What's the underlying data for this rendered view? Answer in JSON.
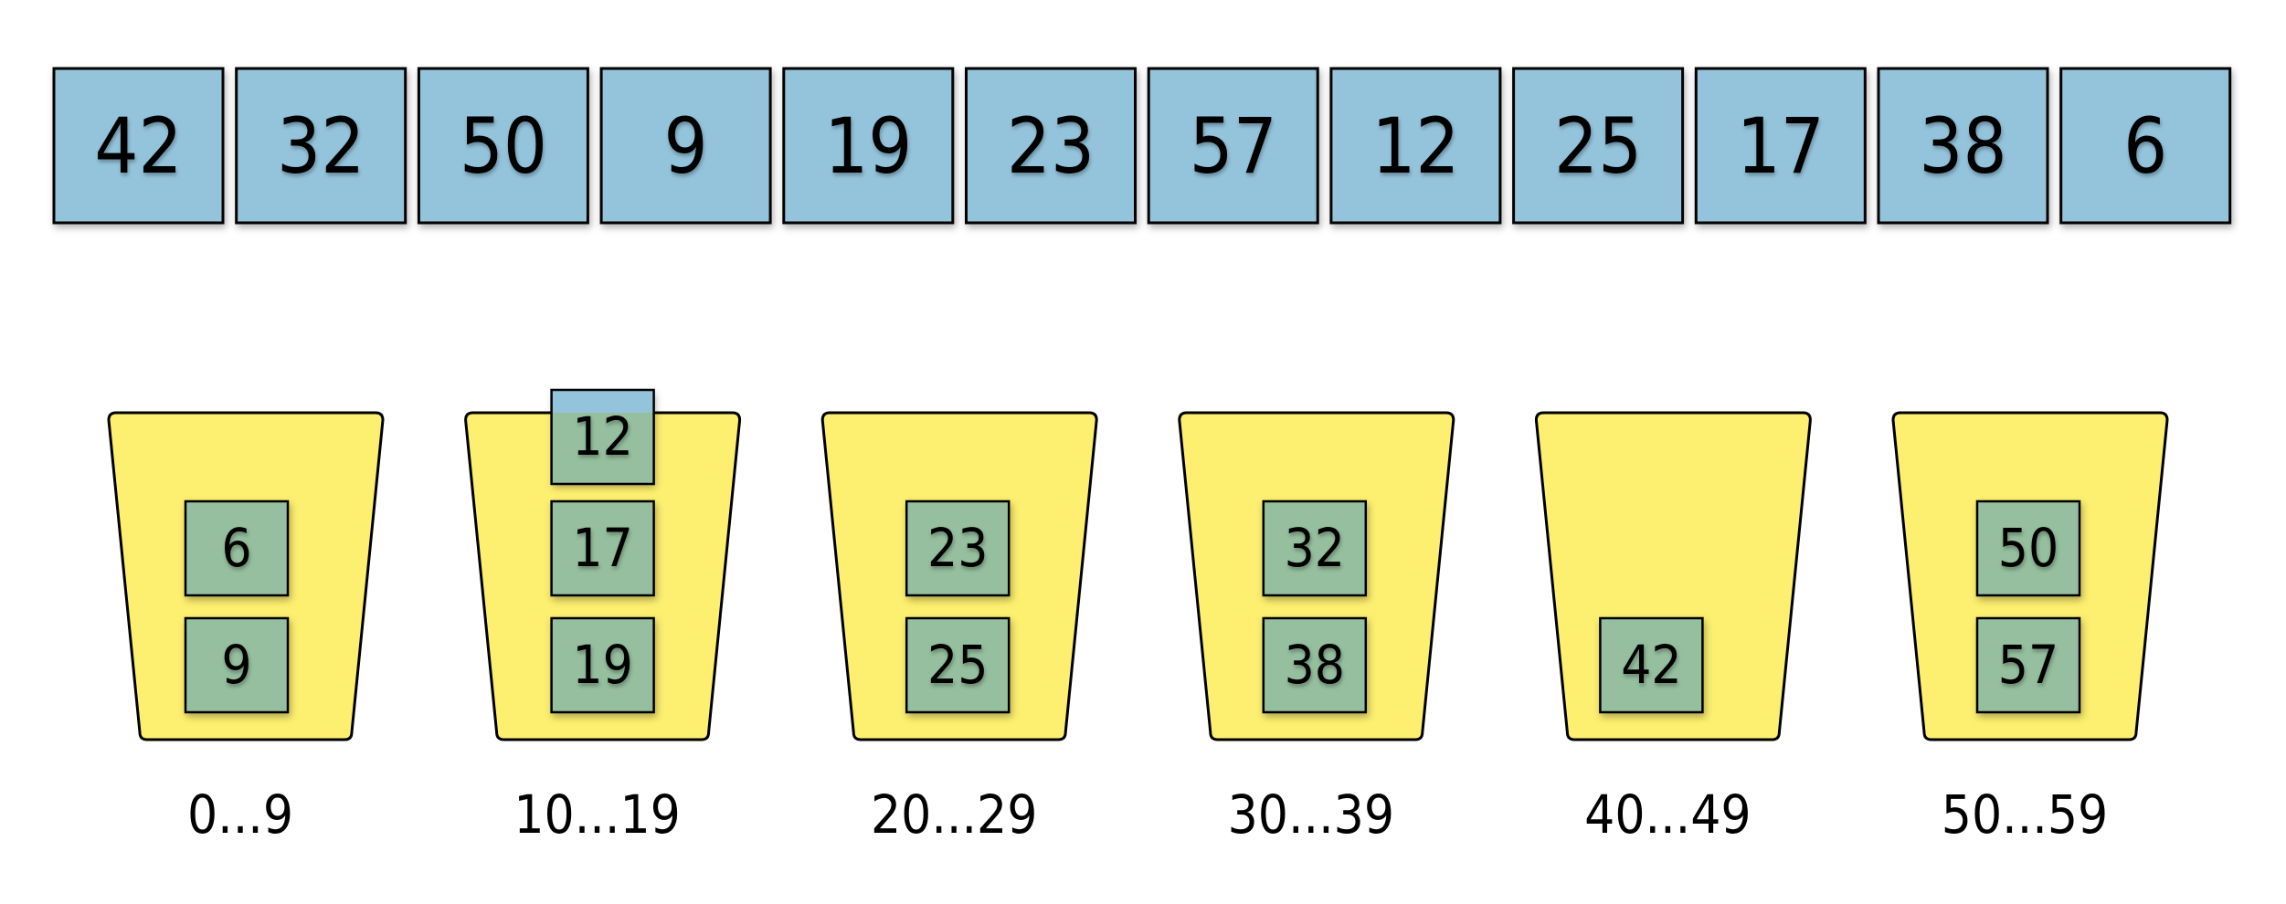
{
  "input_array": [
    "42",
    "32",
    "50",
    "9",
    "19",
    "23",
    "57",
    "12",
    "25",
    "17",
    "38",
    "6"
  ],
  "buckets": [
    {
      "label": "0...9",
      "items": [
        "6",
        "9"
      ]
    },
    {
      "label": "10...19",
      "items": [
        "12",
        "17",
        "19"
      ]
    },
    {
      "label": "20...29",
      "items": [
        "23",
        "25"
      ]
    },
    {
      "label": "30...39",
      "items": [
        "32",
        "38"
      ]
    },
    {
      "label": "40...49",
      "items": [
        "42"
      ]
    },
    {
      "label": "50...59",
      "items": [
        "50",
        "57"
      ]
    }
  ],
  "incoming_item": {
    "bucket": 1,
    "value": "12"
  },
  "colors": {
    "array_cell": "#94c4dc",
    "bucket": "#fdef6f",
    "bucket_item": "#95bf9e",
    "stroke": "#000000"
  }
}
